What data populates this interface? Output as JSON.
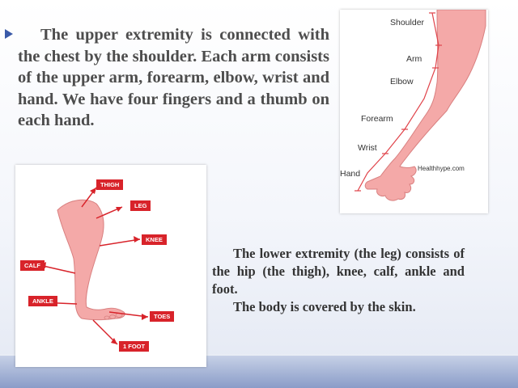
{
  "upper_text": "The upper extremity is connected with the chest by the shoulder. Each arm consists of the upper arm, forearm, elbow, wrist and hand. We have four fingers and a thumb on each hand.",
  "arm_diagram": {
    "labels": {
      "shoulder": "Shoulder",
      "arm": "Arm",
      "elbow": "Elbow",
      "forearm": "Forearm",
      "wrist": "Wrist",
      "hand": "Hand"
    },
    "watermark": "Healthhype.com"
  },
  "leg_diagram": {
    "labels": {
      "thigh": "THIGH",
      "leg": "LEG",
      "knee": "KNEE",
      "calf": "CALF",
      "ankle": "ANKLE",
      "toes": "TOES",
      "foot": "1 FOOT"
    }
  },
  "lower_text": {
    "p1": "The lower extremity (the leg) consists of the hip (the thigh), knee, calf, ankle and foot.",
    "p2": "The body is covered by the skin."
  },
  "colors": {
    "skin": "#f4a9a8",
    "skin_outline": "#d98080",
    "marker": "#e0434a",
    "tag_red": "#d8232a",
    "accent_blue": "#3a5aa8"
  }
}
